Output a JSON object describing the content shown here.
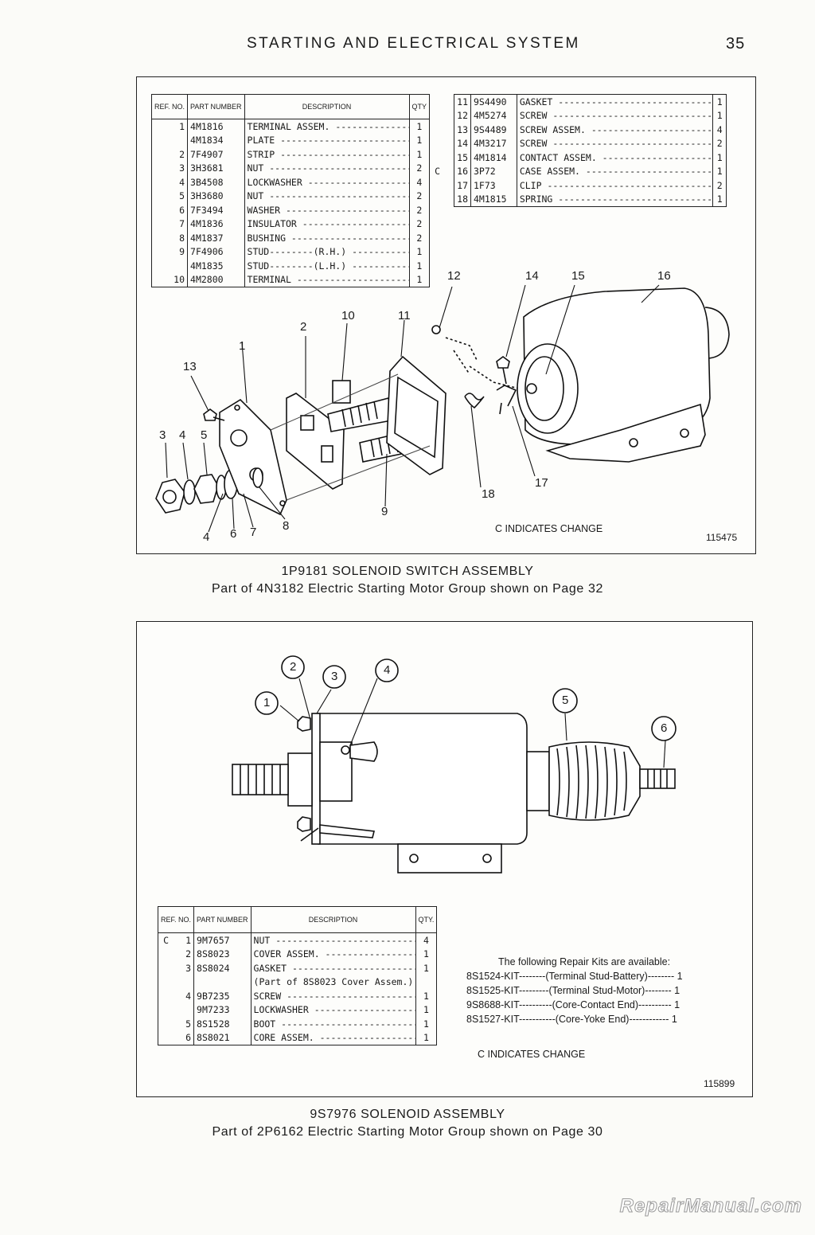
{
  "header": {
    "title": "STARTING AND ELECTRICAL SYSTEM",
    "page_number": "35"
  },
  "fig1": {
    "table_headers": {
      "ref": "REF. NO.",
      "part": "PART NUMBER",
      "desc": "DESCRIPTION",
      "qty": "QTY"
    },
    "left_rows": [
      {
        "chg": "",
        "ref": "1",
        "part": "4M1816",
        "desc": "TERMINAL ASSEM.",
        "qty": "1"
      },
      {
        "chg": "",
        "ref": "",
        "part": "4M1834",
        "desc": "PLATE",
        "qty": "1"
      },
      {
        "chg": "",
        "ref": "2",
        "part": "7F4907",
        "desc": "STRIP",
        "qty": "1"
      },
      {
        "chg": "",
        "ref": "3",
        "part": "3H3681",
        "desc": "NUT",
        "qty": "2"
      },
      {
        "chg": "",
        "ref": "4",
        "part": "3B4508",
        "desc": "LOCKWASHER",
        "qty": "4"
      },
      {
        "chg": "",
        "ref": "5",
        "part": "3H3680",
        "desc": "NUT",
        "qty": "2"
      },
      {
        "chg": "",
        "ref": "6",
        "part": "7F3494",
        "desc": "WASHER",
        "qty": "2"
      },
      {
        "chg": "",
        "ref": "7",
        "part": "4M1836",
        "desc": "INSULATOR",
        "qty": "2"
      },
      {
        "chg": "",
        "ref": "8",
        "part": "4M1837",
        "desc": "BUSHING",
        "qty": "2"
      },
      {
        "chg": "",
        "ref": "9",
        "part": "7F4906",
        "desc": "STUD--------(R.H.)",
        "qty": "1"
      },
      {
        "chg": "",
        "ref": "",
        "part": "4M1835",
        "desc": "STUD--------(L.H.)",
        "qty": "1"
      },
      {
        "chg": "",
        "ref": "10",
        "part": "4M2800",
        "desc": "TERMINAL",
        "qty": "1"
      }
    ],
    "right_rows": [
      {
        "chg": "",
        "ref": "11",
        "part": "9S4490",
        "desc": "GASKET",
        "qty": "1"
      },
      {
        "chg": "",
        "ref": "12",
        "part": "4M5274",
        "desc": "SCREW",
        "qty": "1"
      },
      {
        "chg": "",
        "ref": "13",
        "part": "9S4489",
        "desc": "SCREW ASSEM.",
        "qty": "4"
      },
      {
        "chg": "",
        "ref": "14",
        "part": "4M3217",
        "desc": "SCREW",
        "qty": "2"
      },
      {
        "chg": "",
        "ref": "15",
        "part": "4M1814",
        "desc": "CONTACT ASSEM.",
        "qty": "1"
      },
      {
        "chg": "C",
        "ref": "16",
        "part": "3P72",
        "desc": "CASE ASSEM.",
        "qty": "1"
      },
      {
        "chg": "",
        "ref": "17",
        "part": "1F73",
        "desc": "CLIP",
        "qty": "2"
      },
      {
        "chg": "",
        "ref": "18",
        "part": "4M1815",
        "desc": "SPRING",
        "qty": "1"
      }
    ],
    "callouts": [
      "1",
      "2",
      "3",
      "4",
      "5",
      "6",
      "7",
      "8",
      "9",
      "10",
      "11",
      "12",
      "13",
      "14",
      "15",
      "16",
      "17",
      "18"
    ],
    "change_note": "C INDICATES CHANGE",
    "drawing_number": "115475",
    "caption_title": "1P9181 SOLENOID SWITCH ASSEMBLY",
    "caption_sub": "Part of 4N3182 Electric Starting Motor Group shown on Page 32"
  },
  "fig2": {
    "table_headers": {
      "ref": "REF. NO.",
      "part": "PART NUMBER",
      "desc": "DESCRIPTION",
      "qty": "QTY."
    },
    "rows": [
      {
        "chg": "C",
        "ref": "1",
        "part": "9M7657",
        "desc": "NUT",
        "qty": "4"
      },
      {
        "chg": "",
        "ref": "2",
        "part": "8S8023",
        "desc": "COVER ASSEM.",
        "qty": "1"
      },
      {
        "chg": "",
        "ref": "3",
        "part": "8S8024",
        "desc": "GASKET",
        "qty": "1"
      },
      {
        "chg": "",
        "ref": "",
        "part": "",
        "desc": "(Part of 8S8023 Cover Assem.)",
        "qty": ""
      },
      {
        "chg": "",
        "ref": "4",
        "part": "9B7235",
        "desc": "SCREW",
        "qty": "1"
      },
      {
        "chg": "",
        "ref": "",
        "part": "9M7233",
        "desc": "LOCKWASHER",
        "qty": "1"
      },
      {
        "chg": "",
        "ref": "5",
        "part": "8S1528",
        "desc": "BOOT",
        "qty": "1"
      },
      {
        "chg": "",
        "ref": "6",
        "part": "8S8021",
        "desc": "CORE ASSEM.",
        "qty": "1"
      }
    ],
    "callouts": [
      "1",
      "2",
      "3",
      "4",
      "5",
      "6"
    ],
    "kits_intro": "The following Repair Kits are available:",
    "kits": [
      "8S1524-KIT--------(Terminal Stud-Battery)-------- 1",
      "8S1525-KIT---------(Terminal Stud-Motor)-------- 1",
      "9S8688-KIT----------(Core-Contact End)---------- 1",
      "8S1527-KIT-----------(Core-Yoke End)------------ 1"
    ],
    "change_note": "C INDICATES CHANGE",
    "drawing_number": "115899",
    "caption_title": "9S7976 SOLENOID ASSEMBLY",
    "caption_sub": "Part of 2P6162 Electric Starting Motor Group shown on Page 30"
  },
  "watermark": "RepairManual.com"
}
